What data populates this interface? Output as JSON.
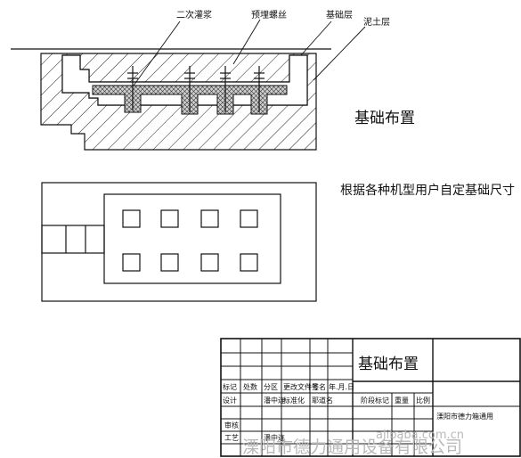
{
  "labels": {
    "second_grout": "二次灌浆",
    "anchor_bolt": "预埋螺丝",
    "foundation_layer": "基础层",
    "soil_layer": "泥土层",
    "section_caption": "基础布置",
    "plan_caption": "根据各种机型用户自定基础尺寸"
  },
  "title_block": {
    "title": "基础布置",
    "row_labels": {
      "mark": "标记",
      "count": "处数",
      "zone": "分区",
      "change_doc_no": "更改文件号",
      "signature": "签名",
      "date_ymd": "年.月.日",
      "designer": "设计",
      "standardization": "标准化",
      "stage_mark": "阶段标记",
      "weight": "重量",
      "scale": "比例",
      "reviewer": "审核",
      "process": "工艺"
    },
    "names": {
      "designer_name": "潘中连",
      "std_name": "耶道名",
      "process_name": "潘中连"
    },
    "company": "溧阳市德力箱通用"
  },
  "watermark": "溧阳市德力通用设备有限公司",
  "site_watermark": "alibaba.com.cn"
}
